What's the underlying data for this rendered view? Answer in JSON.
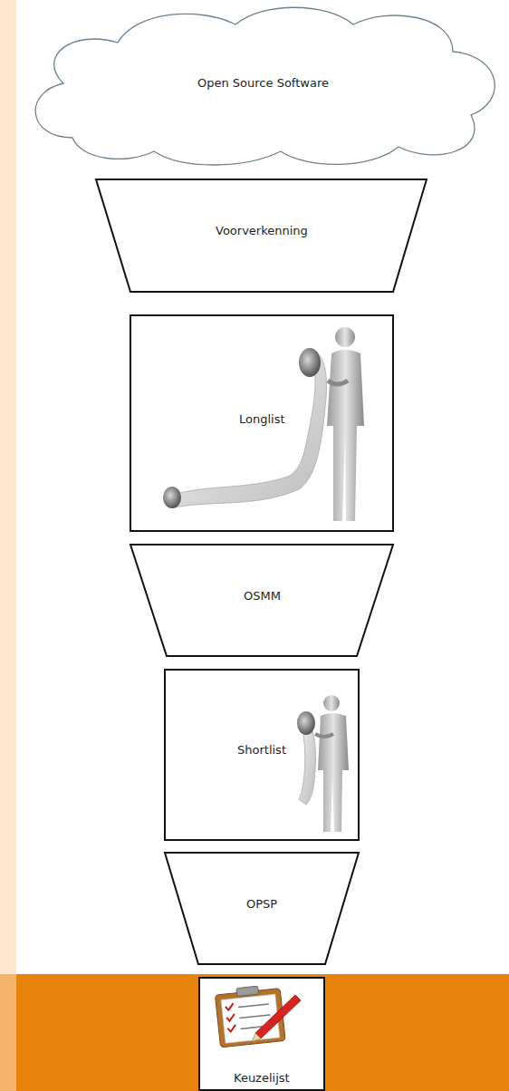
{
  "diagram": {
    "nodes": [
      {
        "text": [
          "Open Source Software"
        ]
      },
      {
        "text": [
          "Voorverkenning"
        ]
      },
      {
        "text": [
          "Longlist"
        ]
      },
      {
        "text": [
          "OSMM"
        ]
      },
      {
        "text": [
          "Shortlist"
        ]
      },
      {
        "text": [
          "OPSP"
        ]
      },
      {
        "text": [
          "Keuzelijst"
        ]
      }
    ]
  }
}
